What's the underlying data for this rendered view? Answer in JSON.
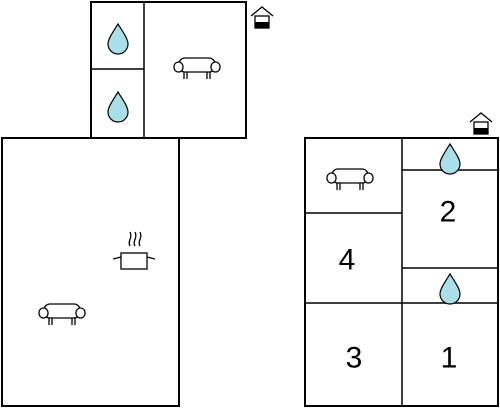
{
  "floorplan": {
    "rooms": [
      {
        "id": "room-1",
        "label": "1"
      },
      {
        "id": "room-2",
        "label": "2"
      },
      {
        "id": "room-3",
        "label": "3"
      },
      {
        "id": "room-4",
        "label": "4"
      }
    ],
    "icons": {
      "bathroom": "water-drop-icon",
      "living": "sofa-icon",
      "kitchen": "cooking-pot-icon",
      "entrance": "entrance-house-icon"
    }
  }
}
